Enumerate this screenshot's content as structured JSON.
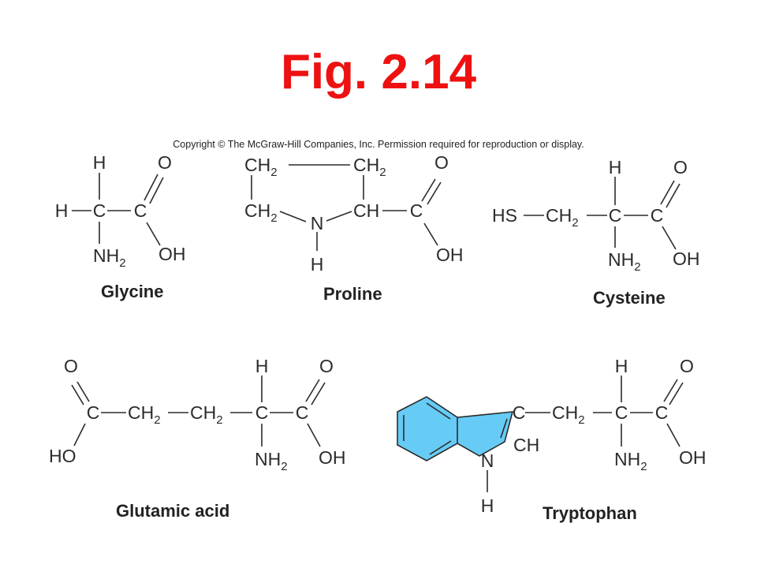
{
  "figure": {
    "title": "Fig. 2.14",
    "copyright": "Copyright © The McGraw-Hill Companies, Inc. Permission required for reproduction or display.",
    "ring_color": "#66ccf5",
    "title_color": "#ee1111"
  },
  "atoms": {
    "H": "H",
    "C": "C",
    "O": "O",
    "N": "N",
    "OH": "OH",
    "HO": "HO",
    "HS": "HS",
    "CH": "CH",
    "CH2": "CH",
    "NH2": "NH",
    "sub2": "2"
  },
  "molecules": {
    "glycine": {
      "name": "Glycine"
    },
    "proline": {
      "name": "Proline"
    },
    "cysteine": {
      "name": "Cysteine"
    },
    "glutamic_acid": {
      "name": "Glutamic acid"
    },
    "tryptophan": {
      "name": "Tryptophan"
    }
  }
}
